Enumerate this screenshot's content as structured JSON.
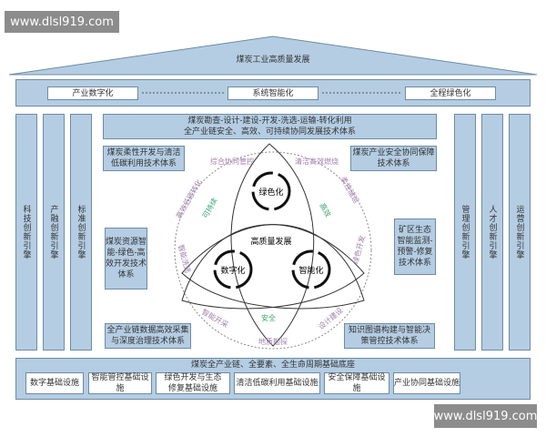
{
  "roof": {
    "title": "煤炭工业高质量发展"
  },
  "band": {
    "items": [
      "产业数字化",
      "系统智能化",
      "全程绿色化"
    ]
  },
  "left_pillars": [
    "科技创新引擎",
    "产融创新引擎",
    "标准创新引擎"
  ],
  "right_pillars": [
    "管理创新引擎",
    "人才创新引擎",
    "运营创新引擎"
  ],
  "top_box": {
    "line1": "煤炭勘查-设计-建设-开发-洗选-运输-转化利用",
    "line2": "全产业链安全、高效、可持续协同发展技术体系"
  },
  "side_boxes": {
    "top_left": "煤炭柔性开发与清洁低碳利用技术体系",
    "top_right": "煤炭产业安全协同保障技术体系",
    "mid_left": "煤炭资源智能-绿色-高效开发技术体系",
    "mid_right": "矿区生态智能监测-预警-修复技术体系",
    "bottom_left": "全产业链数据高效采集与深度治理技术体系",
    "bottom_right": "知识图谱构建与智能决策管控技术体系"
  },
  "center": {
    "core": "高质量发展",
    "petals": [
      "绿色化",
      "数字化",
      "智能化"
    ],
    "ring_labels": [
      "综合协同管控",
      "清洁高效燃烧",
      "柔性储运",
      "高效低碳转化",
      "绿色开发",
      "智能洗选",
      "智能开采",
      "设计建设",
      "地质勘探"
    ],
    "values": [
      "可持续",
      "高效",
      "安全"
    ]
  },
  "base": {
    "title": "煤炭全产业链、全要素、全生命周期基础底座",
    "items": [
      "数字基础设施",
      "智能管控基础设施",
      "绿色开发与生态修复基础设施",
      "清洁低碳利用基础设施",
      "安全保障基础设施",
      "产业协同基础设施"
    ]
  },
  "watermark": "www.dlsl919.com",
  "colors": {
    "box": "#b4cde3",
    "ring_text": "#a07fae",
    "value_text": "#3aa56b"
  }
}
